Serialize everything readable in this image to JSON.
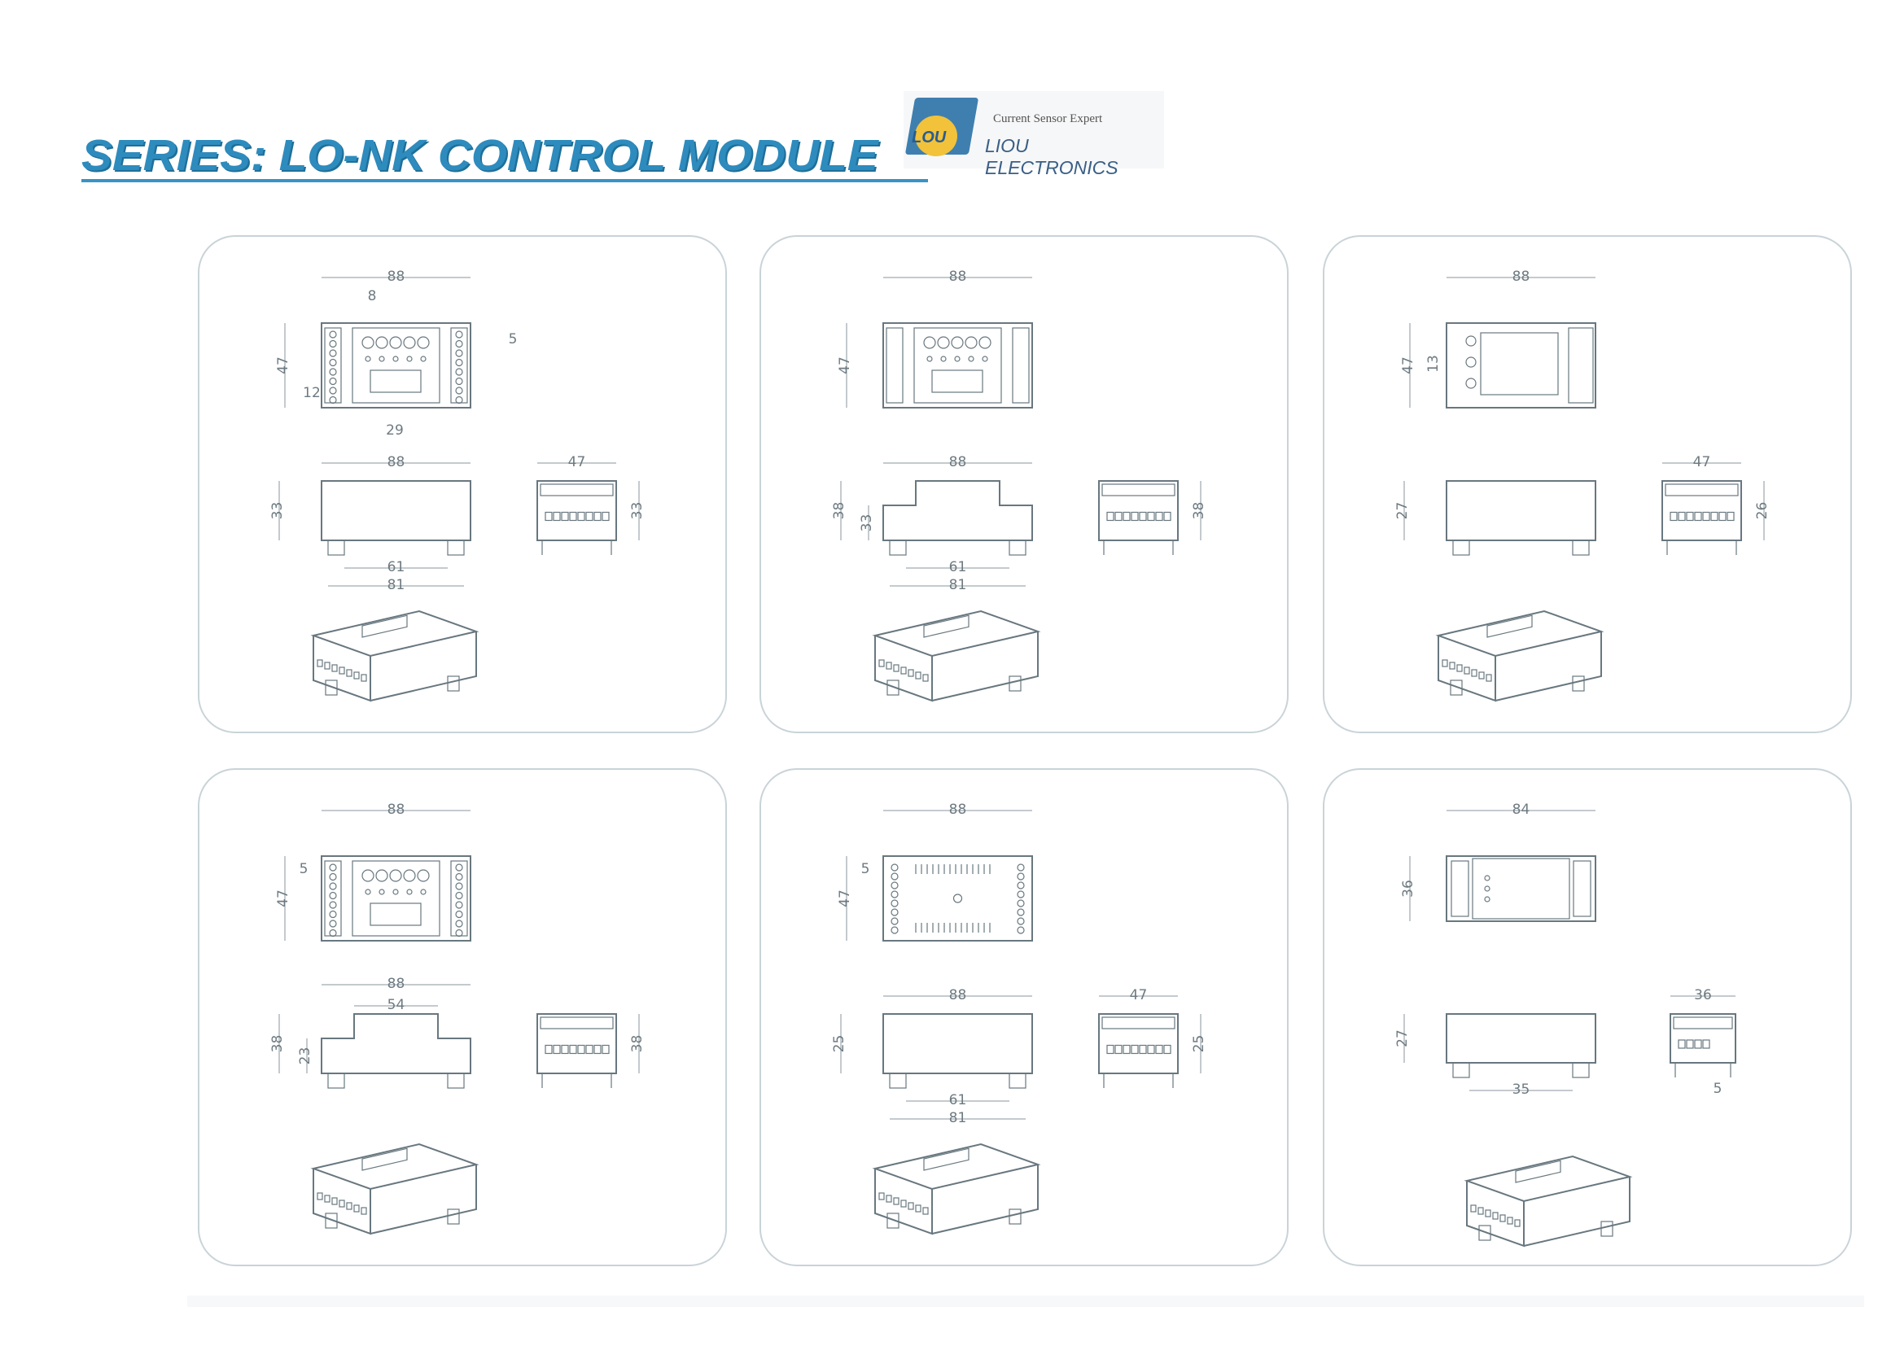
{
  "header": {
    "title": "SERIES: LO-NK CONTROL MODULE",
    "title_color": "#2e8bbd"
  },
  "logo": {
    "mark_text": "LOU",
    "tagline": "Current Sensor Expert",
    "company": "LIOU ELECTRONICS"
  },
  "panels": [
    {
      "top": {
        "width": "88",
        "height": "47",
        "extras": [
          "8",
          "5",
          "12",
          "29"
        ]
      },
      "side": {
        "width": "88",
        "height": "33",
        "height2": "",
        "inner": "",
        "foot_inner": "61",
        "foot_outer": "81"
      },
      "end": {
        "width": "47",
        "height": "33"
      }
    },
    {
      "top": {
        "width": "88",
        "height": "47",
        "extras": []
      },
      "side": {
        "width": "88",
        "height": "38",
        "height2": "33",
        "inner": "",
        "foot_inner": "61",
        "foot_outer": "81"
      },
      "end": {
        "width": "",
        "height": "38"
      }
    },
    {
      "top": {
        "width": "88",
        "height": "47",
        "extras": [
          "13"
        ]
      },
      "side": {
        "width": "",
        "height": "27",
        "height2": "",
        "inner": "",
        "foot_inner": "",
        "foot_outer": ""
      },
      "end": {
        "width": "47",
        "height": "26"
      }
    },
    {
      "top": {
        "width": "88",
        "height": "47",
        "extras": [
          "5"
        ]
      },
      "side": {
        "width": "88",
        "height": "38",
        "height2": "23",
        "inner": "54",
        "foot_inner": "",
        "foot_outer": ""
      },
      "end": {
        "width": "",
        "height": "38"
      }
    },
    {
      "top": {
        "width": "88",
        "height": "47",
        "extras": [
          "5"
        ]
      },
      "side": {
        "width": "88",
        "height": "25",
        "height2": "",
        "inner": "",
        "foot_inner": "61",
        "foot_outer": "81"
      },
      "end": {
        "width": "47",
        "height": "25"
      }
    },
    {
      "top": {
        "width": "84",
        "height": "36",
        "extras": []
      },
      "side": {
        "width": "",
        "height": "27",
        "height2": "",
        "inner": "",
        "foot_inner": "35",
        "foot_outer": ""
      },
      "end": {
        "width": "36",
        "height": "",
        "extra": "5"
      }
    }
  ]
}
